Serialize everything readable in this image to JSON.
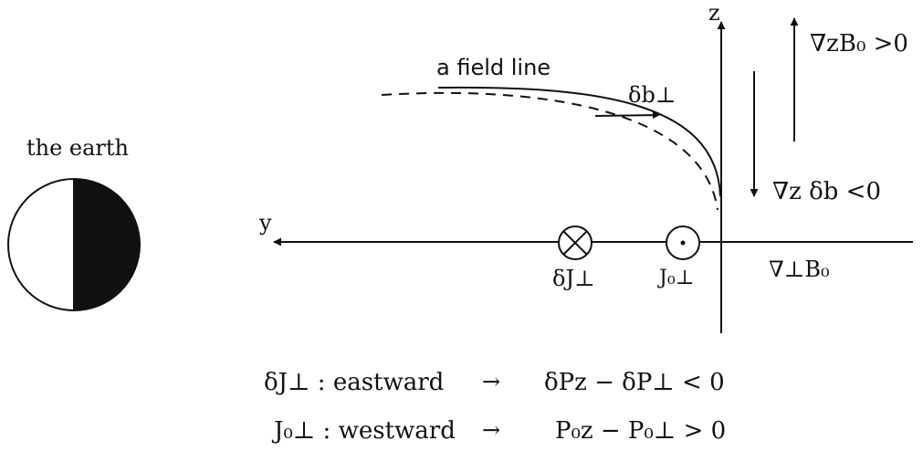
{
  "earth": {
    "label": "the earth"
  },
  "axes": {
    "z_label": "z",
    "y_label": "y"
  },
  "field_line": {
    "label": "a field line",
    "perturbation_label": "δb⊥"
  },
  "gradients": {
    "grad_z_B0": "∇zB₀ >0",
    "grad_z_db": "∇z δb <0",
    "grad_perp_B0": "∇⊥B₀"
  },
  "currents": {
    "delta_J_perp": "δJ⊥",
    "J0_perp": "J₀⊥"
  },
  "relations": [
    {
      "lhs": "δJ⊥ : eastward",
      "arrow": "→",
      "rhs": "δPz − δP⊥ < 0"
    },
    {
      "lhs": "J₀⊥ : westward",
      "arrow": "→",
      "rhs": "P₀z − P₀⊥ > 0"
    }
  ],
  "colors": {
    "ink": "#111111",
    "background": "#ffffff"
  }
}
